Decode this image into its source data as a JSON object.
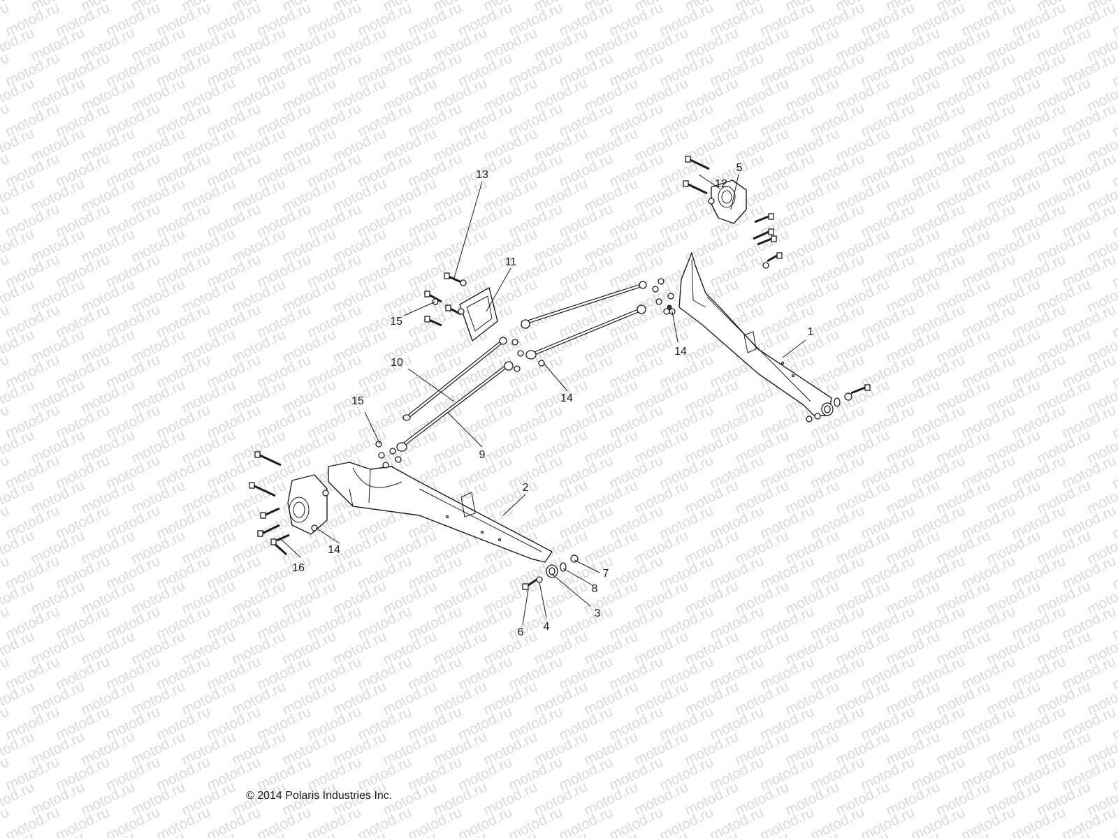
{
  "watermark": {
    "text": "motod.ru",
    "color": "#d9d9d9"
  },
  "callouts": [
    {
      "id": "c1",
      "label": "1"
    },
    {
      "id": "c2",
      "label": "2"
    },
    {
      "id": "c3",
      "label": "3"
    },
    {
      "id": "c4",
      "label": "4"
    },
    {
      "id": "c5",
      "label": "5"
    },
    {
      "id": "c6",
      "label": "6"
    },
    {
      "id": "c7",
      "label": "7"
    },
    {
      "id": "c8",
      "label": "8"
    },
    {
      "id": "c9",
      "label": "9"
    },
    {
      "id": "c10",
      "label": "10"
    },
    {
      "id": "c11",
      "label": "11"
    },
    {
      "id": "c12",
      "label": "12"
    },
    {
      "id": "c13",
      "label": "13"
    },
    {
      "id": "c14a",
      "label": "14"
    },
    {
      "id": "c14b",
      "label": "14"
    },
    {
      "id": "c14c",
      "label": "14"
    },
    {
      "id": "c15a",
      "label": "15"
    },
    {
      "id": "c15b",
      "label": "15"
    },
    {
      "id": "c16",
      "label": "16"
    }
  ],
  "copyright": "© 2014 Polaris Industries Inc."
}
